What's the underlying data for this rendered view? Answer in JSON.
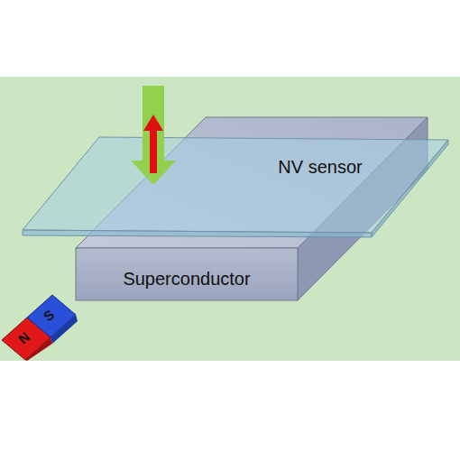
{
  "diagram": {
    "nodes": [
      {
        "text": [
          "NV sensor"
        ]
      },
      {
        "text": [
          "Superconductor"
        ]
      }
    ],
    "labels": [
      "S",
      "N"
    ]
  }
}
